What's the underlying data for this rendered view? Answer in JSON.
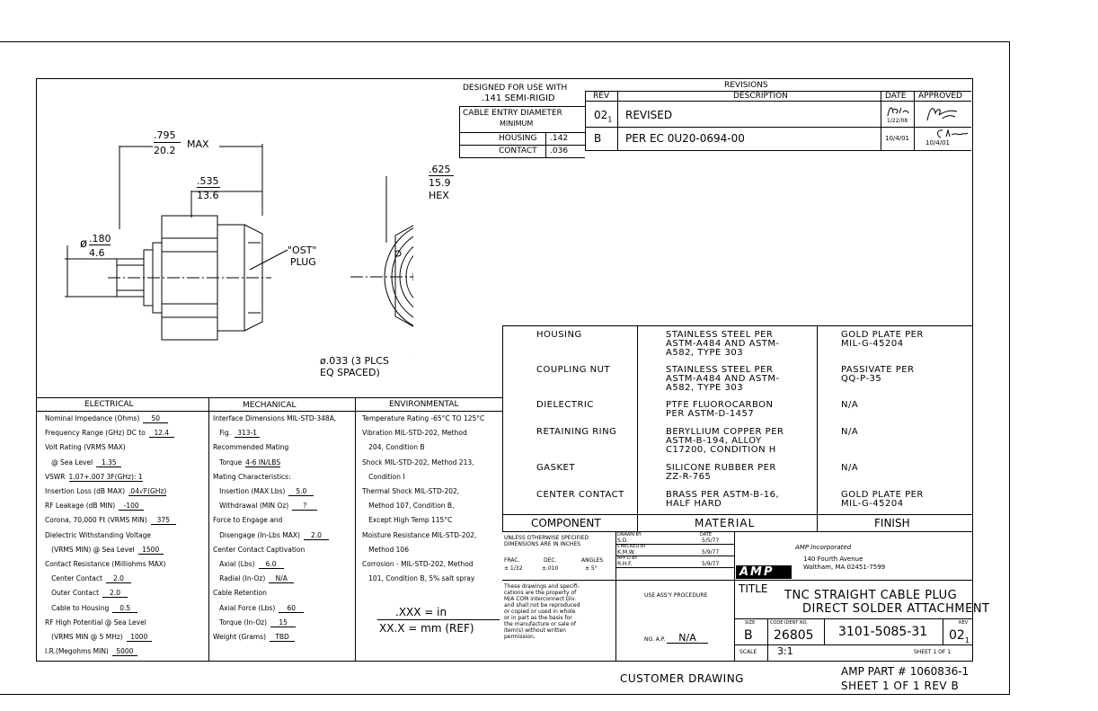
{
  "cable_note": {
    "designed_for": "DESIGNED FOR USE WITH",
    "cable_type": ".141 SEMI-RIGID",
    "entry_label": "CABLE ENTRY DIAMETER",
    "entry_min": "MINIMUM",
    "housing_label": "HOUSING",
    "housing_value": ".142",
    "contact_label": "CONTACT",
    "contact_value": ".036"
  },
  "revisions": {
    "title": "REVISIONS",
    "headers": {
      "rev": "REV",
      "description": "DESCRIPTION",
      "date": "DATE",
      "approved": "APPROVED"
    },
    "rows": [
      {
        "rev": "02",
        "rev_sub": "1",
        "description": "REVISED",
        "date": "1/22/08"
      },
      {
        "rev": "B",
        "rev_sub": "",
        "description": "PER EC 0U20-0694-00",
        "date": "10/4/01",
        "approved": "10/4/01"
      }
    ]
  },
  "dims": {
    "overall_in": ".795",
    "overall_mm": "20.2",
    "max": "MAX",
    "body_in": ".535",
    "body_mm": "13.6",
    "dia_in": ".180",
    "dia_mm": "4.6",
    "dia_sym": "ø",
    "plug_label": "\"OST\"",
    "plug_label2": "PLUG",
    "hex_in": ".625",
    "hex_mm": "15.9",
    "hex_label": "HEX",
    "holes": "ø.033 (3 PLCS",
    "holes2": "EQ SPACED)"
  },
  "materials": {
    "rows": [
      {
        "component": "HOUSING",
        "material": "STAINLESS STEEL PER\nASTM-A484 AND ASTM-\nA582, TYPE 303",
        "finish": "GOLD PLATE PER\nMIL-G-45204"
      },
      {
        "component": "COUPLING NUT",
        "material": "STAINLESS STEEL PER\nASTM-A484 AND ASTM-\nA582, TYPE 303",
        "finish": "PASSIVATE PER\nQQ-P-35"
      },
      {
        "component": "DIELECTRIC",
        "material": "PTFE FLUOROCARBON\nPER ASTM-D-1457",
        "finish": "N/A"
      },
      {
        "component": "RETAINING RING",
        "material": "BERYLLIUM COPPER PER\nASTM-B-194, ALLOY\nC17200, CONDITION H",
        "finish": "N/A"
      },
      {
        "component": "GASKET",
        "material": "SILICONE RUBBER PER\nZZ-R-765",
        "finish": "N/A"
      },
      {
        "component": "CENTER CONTACT",
        "material": "BRASS PER ASTM-B-16,\nHALF HARD",
        "finish": "GOLD PLATE PER\nMIL-G-45204"
      }
    ],
    "headers": {
      "component": "COMPONENT",
      "material": "MATERIAL",
      "finish": "FINISH"
    }
  },
  "specs": {
    "electrical": {
      "title": "ELECTRICAL",
      "rows": [
        {
          "label": "Nominal Impedance (Ohms)",
          "value": "50"
        },
        {
          "label": "Frequency Range (GHz) DC to",
          "value": "12.4"
        },
        {
          "label": "Volt Rating (VRMS MAX)",
          "value": ""
        },
        {
          "label": "  @ Sea Level",
          "value": "1.35"
        },
        {
          "label": "VSWR",
          "value": "1.07+.007 3F(GHz): 1"
        },
        {
          "label": "Insertion Loss (dB MAX)",
          "value": ".04√F(GHz)"
        },
        {
          "label": "RF Leakage (dB MIN)",
          "value": "-100"
        },
        {
          "label": "Corona, 70,000 Ft (VRMS MIN)",
          "value": "375"
        },
        {
          "label": "Dielectric Withstanding Voltage",
          "value": ""
        },
        {
          "label": "  (VRMS MIN) @ Sea Level",
          "value": "1500"
        },
        {
          "label": "Contact Resistance (Milliohms MAX)",
          "value": ""
        },
        {
          "label": "  Center Contact",
          "value": "2.0"
        },
        {
          "label": "  Outer Contact",
          "value": "2.0"
        },
        {
          "label": "  Cable to Housing",
          "value": "0.5"
        },
        {
          "label": "RF High Potential @ Sea Level",
          "value": ""
        },
        {
          "label": "  (VRMS MIN @ 5 MHz)",
          "value": "1000"
        },
        {
          "label": "I.R.(Megohms MIN)",
          "value": "5000"
        }
      ]
    },
    "mechanical": {
      "title": "MECHANICAL",
      "rows": [
        {
          "label": "Interface Dimensions MIL-STD-348A,",
          "value": ""
        },
        {
          "label": "  Fig.",
          "value": "313-1"
        },
        {
          "label": "Recommended Mating",
          "value": ""
        },
        {
          "label": "  Torque",
          "value": "4-6 IN/LBS"
        },
        {
          "label": "Mating Characteristics:",
          "value": ""
        },
        {
          "label": "  Insertion (MAX Lbs)",
          "value": "5.0"
        },
        {
          "label": "  Withdrawal (MIN Oz)",
          "value": "?"
        },
        {
          "label": "Force to Engage and",
          "value": ""
        },
        {
          "label": "  Disengage (In-Lbs MAX)",
          "value": "2.0"
        },
        {
          "label": "Center Contact Captivation",
          "value": ""
        },
        {
          "label": "  Axial (Lbs)",
          "value": "6.0"
        },
        {
          "label": "  Radial (In-Oz)",
          "value": "N/A"
        },
        {
          "label": "Cable Retention",
          "value": ""
        },
        {
          "label": "  Axial Force (Lbs)",
          "value": "60"
        },
        {
          "label": "  Torque (In-Oz)",
          "value": "15"
        },
        {
          "label": "Weight (Grams)",
          "value": "TBD"
        }
      ]
    },
    "environmental": {
      "title": "ENVIRONMENTAL",
      "rows": [
        "Temperature Rating -65°C TO 125°C",
        "Vibration MIL-STD-202, Method",
        "  204, Condition B",
        "Shock MIL-STD-202, Method 213,",
        "  Condition I",
        "Thermal Shock MIL-STD-202,",
        "  Method 107, Condition B,",
        "  Except High Temp 115°C",
        "Moisture Resistance MIL-STD-202,",
        "  Method 106",
        "Corrosion - MIL-STD-202, Method",
        "  101, Condition B, 5% salt spray"
      ],
      "units1": ".XXX = in",
      "units2": "XX.X = mm (REF)"
    }
  },
  "title_block": {
    "tol_title": "UNLESS OTHERWISE SPECIFIED",
    "tol_title2": "DIMENSIONS ARE IN INCHES",
    "frac_label": "FRAC.",
    "frac_val": "± 1/32",
    "dec_label": "DEC.",
    "dec_val": "±.010",
    "ang_label": "ANGLES",
    "ang_val": "± 5°",
    "drawn_by": "DRAWN BY",
    "drawn_name": "S.D.",
    "drawn_date": "5/5/77",
    "date_label": "DATE",
    "checked_by": "CHECKED BY",
    "checked_name": "K.M.W.",
    "checked_date": "5/9/77",
    "approved_by": "APP'D BY",
    "approved_name": "R.H.F.",
    "approved_date": "5/9/77",
    "company": "AMP Incorporated",
    "address1": "140 Fourth Avenue",
    "address2": "Waltham, MA 02451-7599",
    "logo": "AMP",
    "proprietary": "These drawings and specifi-\ncations are the property of\nM/A COM interconnect Div.\nand shall not be reproduced\nor copied or used in whole\nor in part as the basis for\nthe manufacture or sale of\nitem(s) without written\npermission.",
    "use_assy": "USE ASS'Y PROCEDURE",
    "no_ap": "NO. A.P.",
    "no_ap_val": "N/A",
    "title_label": "TITLE",
    "title1": "TNC STRAIGHT CABLE PLUG",
    "title2": "DIRECT SOLDER ATTACHMENT",
    "size_label": "SIZE",
    "size": "B",
    "code_label": "CODE IDENT NO.",
    "code": "26805",
    "part": "3101-5085-31",
    "rev_label": "REV",
    "rev": "02",
    "rev_sub": "1",
    "scale_label": "SCALE",
    "scale": "3:1",
    "sheet_label": "SHEET 1 OF 1"
  },
  "footer": {
    "customer": "CUSTOMER DRAWING",
    "amp_part": "AMP PART # 1060836-1",
    "sheet": "SHEET 1 OF 1  REV B"
  }
}
